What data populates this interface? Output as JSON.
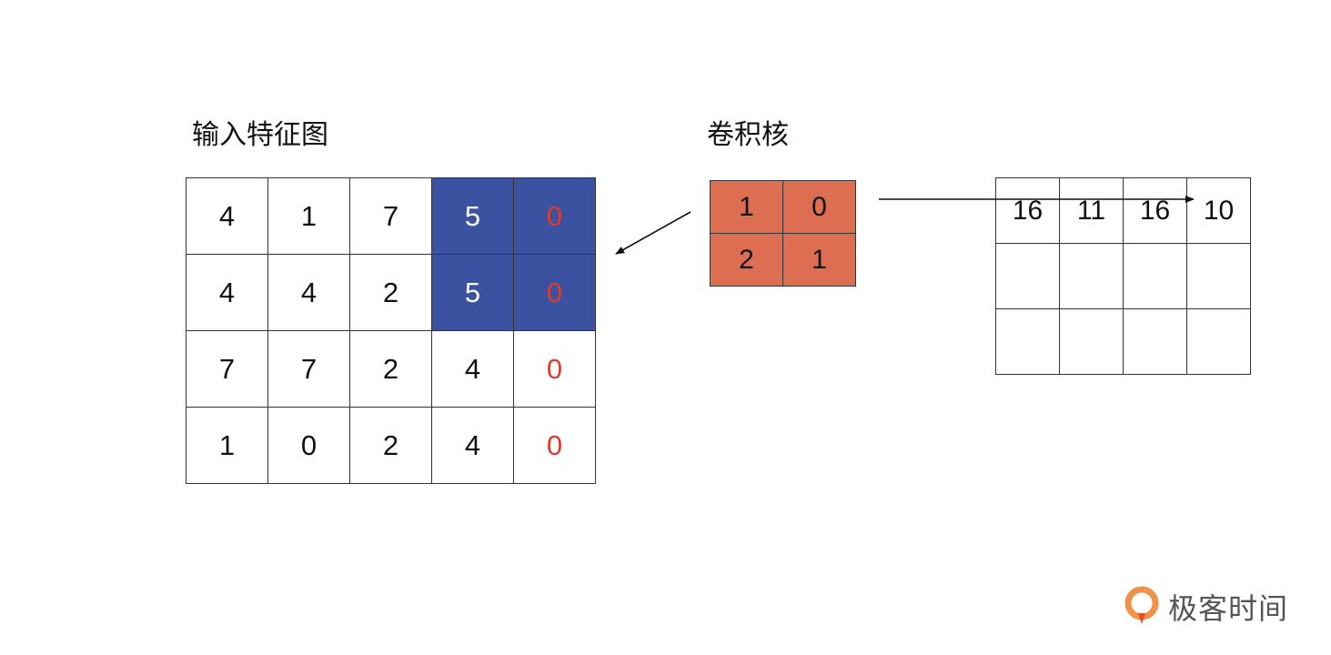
{
  "input": {
    "title": "输入特征图",
    "rows": [
      [
        "4",
        "1",
        "7",
        "5",
        "0"
      ],
      [
        "4",
        "4",
        "2",
        "5",
        "0"
      ],
      [
        "7",
        "7",
        "2",
        "4",
        "0"
      ],
      [
        "1",
        "0",
        "2",
        "4",
        "0"
      ]
    ],
    "highlight_cells": [
      [
        0,
        3
      ],
      [
        0,
        4
      ],
      [
        1,
        3
      ],
      [
        1,
        4
      ]
    ],
    "padding_column": 4
  },
  "kernel": {
    "title": "卷积核",
    "rows": [
      [
        "1",
        "0"
      ],
      [
        "2",
        "1"
      ]
    ]
  },
  "output": {
    "rows": [
      [
        "16",
        "11",
        "16",
        "10"
      ],
      [
        "",
        "",
        "",
        ""
      ],
      [
        "",
        "",
        "",
        ""
      ]
    ]
  },
  "colors": {
    "highlight": "#3a52a0",
    "highlight_text": "#ffffff",
    "padding_text": "#e23b2a",
    "kernel_fill": "#dd6e52",
    "text": "#111111"
  },
  "logo": {
    "text": "极客时间",
    "icon": "geektime-logo-icon"
  }
}
